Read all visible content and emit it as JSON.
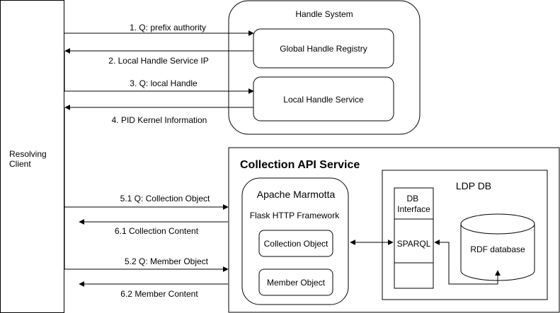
{
  "nodes": {
    "resolving_client": "Resolving\nClient",
    "handle_system": "Handle System",
    "global_registry": "Global Handle Registry",
    "local_service": "Local Handle Service",
    "collection_api": "Collection API Service",
    "apache_marmotta": "Apache Marmotta",
    "flask": "Flask HTTP Framework",
    "collection_object": "Collection Object",
    "member_object": "Member Object",
    "ldp_db": "LDP DB",
    "db_interface": "DB\nInterface",
    "sparql": "SPARQL",
    "rdf_database": "RDF database"
  },
  "edges": {
    "e1": "1. Q: prefix authority",
    "e2": "2. Local Handle Service IP",
    "e3": "3. Q: local Handle",
    "e4": "4. PID Kernel Information",
    "e51": "5.1 Q: Collection Object",
    "e61": "6.1 Collection Content",
    "e52": "5.2 Q: Member Object",
    "e62": "6.2 Member Content"
  }
}
